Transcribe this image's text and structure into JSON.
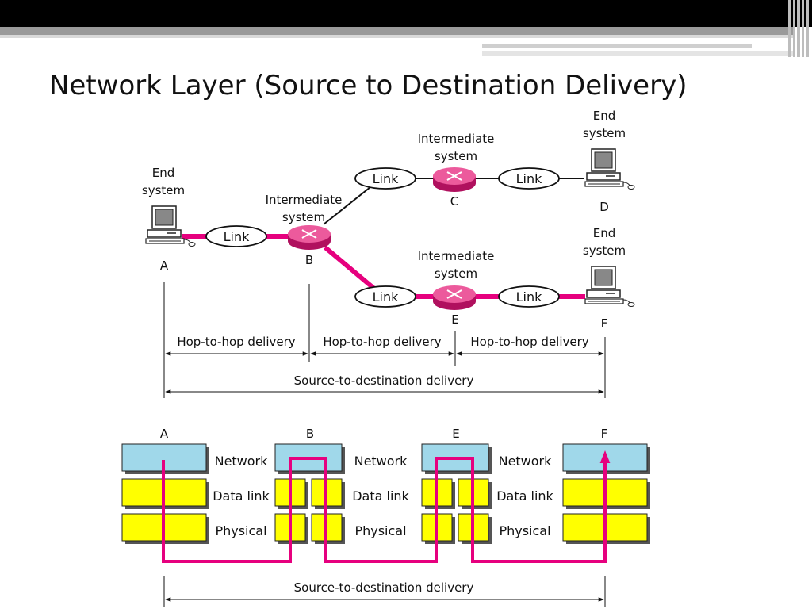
{
  "title": "Network Layer (Source to Destination Delivery)",
  "colors": {
    "link": "#e6007e",
    "router": "#e6478f",
    "network_layer": "#a0d8ea",
    "datalink_physical": "#ffff00"
  },
  "top": {
    "end_system_label": [
      "End",
      "system"
    ],
    "intermediate_label": [
      "Intermediate",
      "system"
    ],
    "link_label": "Link",
    "nodes": {
      "a": "A",
      "b": "B",
      "c": "C",
      "d": "D",
      "e": "E",
      "f": "F"
    },
    "hop1": "Hop-to-hop delivery",
    "hop2": "Hop-to-hop delivery",
    "hop3": "Hop-to-hop delivery",
    "s2d": "Source-to-destination delivery"
  },
  "bottom": {
    "nodes": [
      "A",
      "B",
      "E",
      "F"
    ],
    "layers": [
      "Network",
      "Data link",
      "Physical"
    ],
    "s2d": "Source-to-destination delivery"
  }
}
